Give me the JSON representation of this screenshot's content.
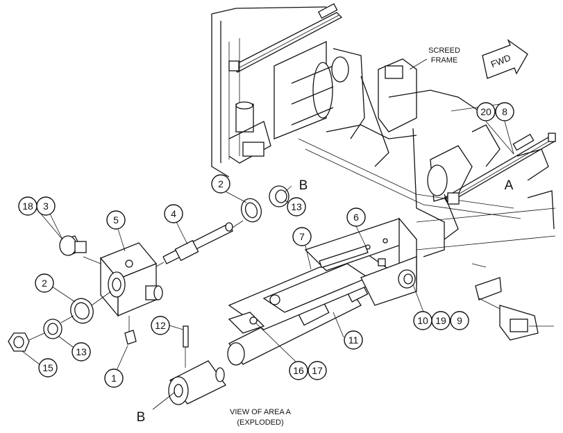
{
  "labels": {
    "screed_frame_line1": "SCREED",
    "screed_frame_line2": "FRAME",
    "fwd": "FWD",
    "area_a": "A",
    "callout_b_top": "B",
    "callout_b_bottom": "B",
    "view_line1": "VIEW OF AREA A",
    "view_line2": "(EXPLODED)"
  },
  "callouts": {
    "c18": "18",
    "c3": "3",
    "c5": "5",
    "c4": "4",
    "c2_top": "2",
    "c13_top": "13",
    "c2_left": "2",
    "c13_left": "13",
    "c15": "15",
    "c1": "1",
    "c12": "12",
    "c6": "6",
    "c7": "7",
    "c10": "10",
    "c19": "19",
    "c9": "9",
    "c11": "11",
    "c16": "16",
    "c17": "17",
    "c20": "20",
    "c8": "8"
  }
}
